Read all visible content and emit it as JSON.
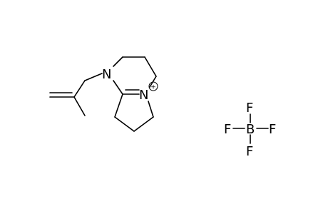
{
  "cation": {
    "atoms": {
      "n1": "N",
      "n2": "N",
      "charge": "+"
    }
  },
  "anion": {
    "atoms": {
      "b": "B",
      "f_top": "F",
      "f_left": "F",
      "f_right": "F",
      "f_bottom": "F"
    }
  },
  "colors": {
    "ink": "#000000",
    "background": "#ffffff"
  }
}
